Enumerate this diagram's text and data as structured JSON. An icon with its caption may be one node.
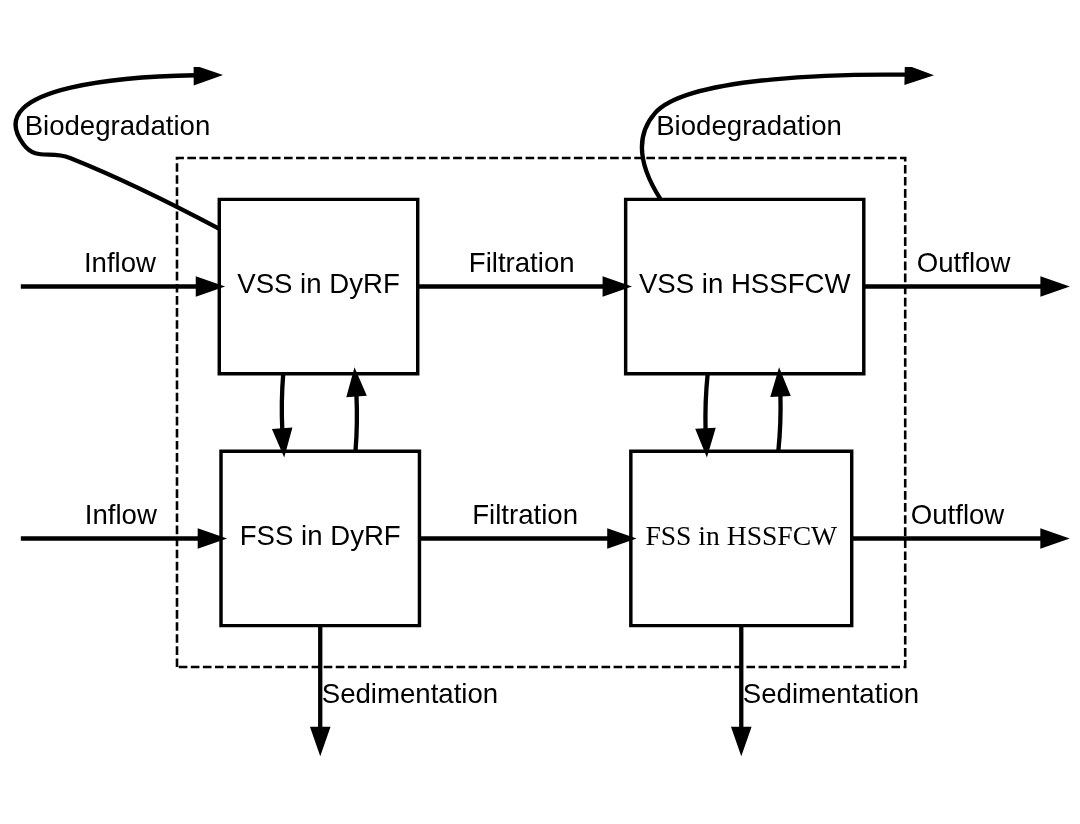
{
  "diagram": {
    "nodes": [
      {
        "text": [],
        "shape": "box"
      },
      {
        "text": [
          "VSS in DyRF"
        ],
        "in": 0
      },
      {
        "text": [
          "FSS in DyRF"
        ],
        "in": 0
      },
      {
        "text": [
          "VSS in HSSFCW"
        ],
        "in": 0
      },
      {
        "text": [
          "FSS in HSSFCW"
        ],
        "in": 0
      }
    ],
    "edges": [
      {
        "from": 1,
        "to": null,
        "arrow": "to",
        "label": "Biodegradation"
      },
      {
        "from": 3,
        "to": null,
        "arrow": "to",
        "label": "Biodegradation"
      },
      {
        "from": null,
        "to": 1,
        "arrow": "to",
        "label": "Inflow"
      },
      {
        "from": 1,
        "to": 3,
        "arrow": "to",
        "label": "Filtration"
      },
      {
        "from": 3,
        "to": null,
        "arrow": "to",
        "label": "Outflow"
      },
      {
        "from": 2,
        "to": 1,
        "arrow": "to"
      },
      {
        "from": 1,
        "to": 2,
        "arrow": "to"
      },
      {
        "from": 4,
        "to": 3,
        "arrow": "to"
      },
      {
        "from": 3,
        "to": 4,
        "arrow": "to"
      },
      {
        "from": null,
        "to": 2,
        "arrow": "to",
        "label": "Inflow"
      },
      {
        "from": 2,
        "to": 4,
        "arrow": "to",
        "label": "Filtration"
      },
      {
        "from": 4,
        "to": null,
        "arrow": "to",
        "label": "Outflow"
      },
      {
        "from": 2,
        "to": null,
        "arrow": "to",
        "label": "Sedimentation"
      },
      {
        "from": 4,
        "to": null,
        "arrow": "to",
        "label": "Sedimentation"
      }
    ]
  }
}
